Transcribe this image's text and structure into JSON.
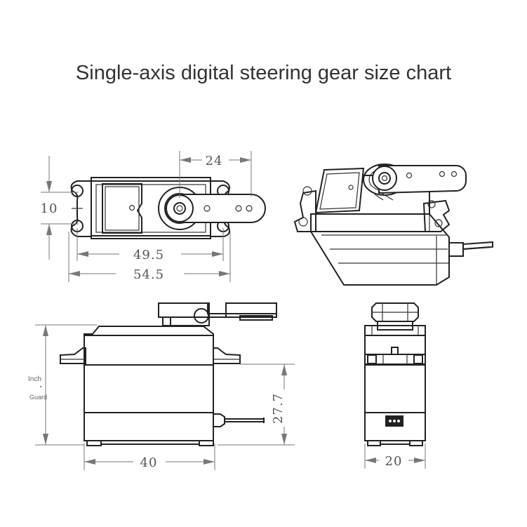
{
  "title": "Single-axis digital steering gear size chart",
  "dimensions": {
    "horn_offset": "24",
    "body_height_top_view": "10",
    "body_length": "49.5",
    "mount_length": "54.5",
    "flange_height": "27.7",
    "side_width": "40",
    "front_width": "20"
  },
  "side_note": {
    "line1": "Inch",
    "line2": "Guard"
  },
  "colors": {
    "line": "#222222",
    "dimension": "#777777",
    "title": "#333333"
  }
}
